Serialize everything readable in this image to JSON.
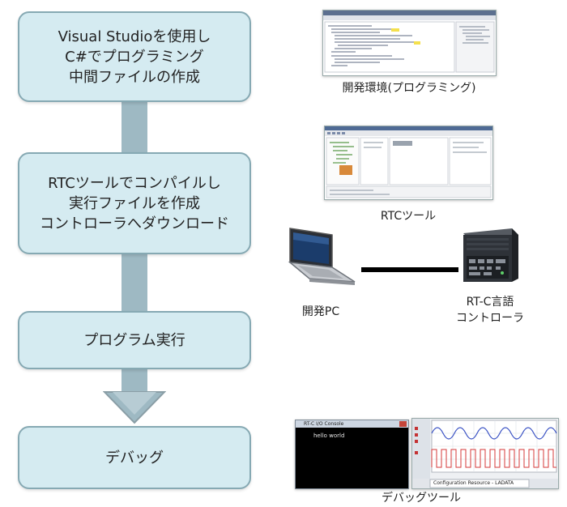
{
  "flow": {
    "step1": {
      "line1": "Visual Studioを使用し",
      "line2": "C#でプログラミング",
      "line3": "中間ファイルの作成"
    },
    "step2": {
      "line1": "RTCツールでコンパイルし",
      "line2": "実行ファイルを作成",
      "line3": "コントローラへダウンロード"
    },
    "step3": {
      "line1": "プログラム実行"
    },
    "step4": {
      "line1": "デバッグ"
    }
  },
  "figures": {
    "dev_env_caption": "開発環境(プログラミング)",
    "rtc_tool_caption": "RTCツール",
    "pc_caption": "開発PC",
    "controller_caption_line1": "RT-C言語",
    "controller_caption_line2": "コントローラ",
    "debug_caption": "デバッグツール",
    "console_title": "RT-C I/O Console",
    "console_text": "hello world",
    "graph_tab": "Configuration Resource - LADATA"
  },
  "colors": {
    "box_fill": "#d5ebf1",
    "box_border": "#86a9b3",
    "connector": "#9eb9c3"
  }
}
